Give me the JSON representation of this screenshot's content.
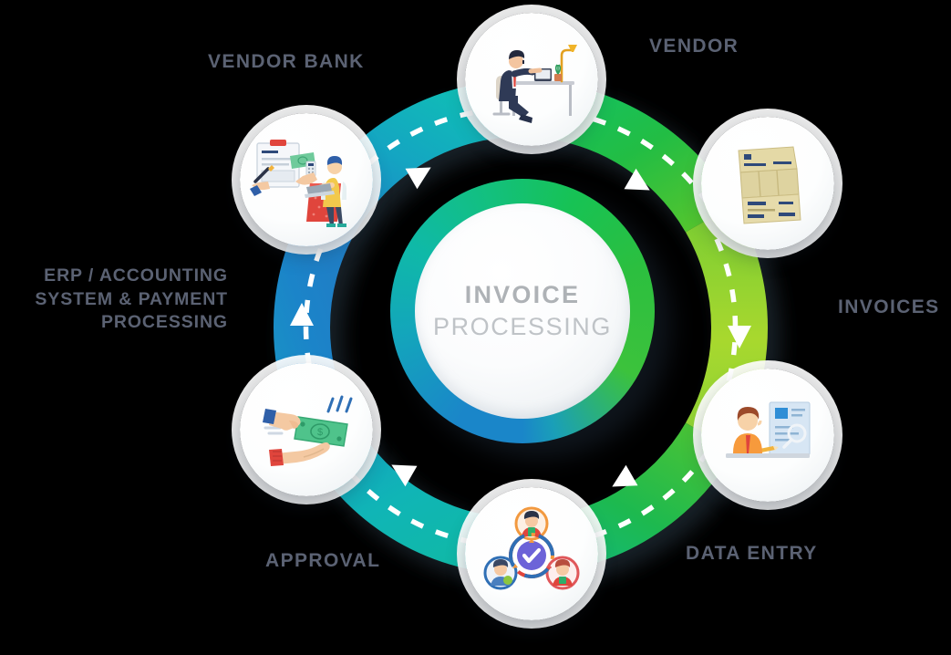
{
  "diagram": {
    "title_line1": "INVOICE",
    "title_line2": "PROCESSING",
    "center_label": "Invoice Processing"
  },
  "nodes": [
    {
      "id": "vendor",
      "label": "VENDOR",
      "icon": "businessman-at-desk-icon",
      "angle_deg": 270
    },
    {
      "id": "invoices",
      "label": "INVOICES",
      "icon": "invoice-documents-icon",
      "angle_deg": 330
    },
    {
      "id": "data-entry",
      "label": "DATA ENTRY",
      "icon": "data-entry-person-icon",
      "angle_deg": 30
    },
    {
      "id": "approval",
      "label": "APPROVAL",
      "icon": "approval-checkmark-users-icon",
      "angle_deg": 90
    },
    {
      "id": "erp-payment",
      "label": "ERP / ACCOUNTING\nSYSTEM & PAYMENT\nPROCESSING",
      "icon": "cash-handover-icon",
      "angle_deg": 150
    },
    {
      "id": "vendor-bank",
      "label": "VENDOR  BANK",
      "icon": "bank-clipboard-icon",
      "angle_deg": 210
    }
  ],
  "flow": {
    "direction": "clockwise",
    "arrow_count": 6,
    "segments": [
      {
        "from": "vendor",
        "to": "invoices",
        "color": "#2dbd43"
      },
      {
        "from": "invoices",
        "to": "data-entry",
        "color": "#a4d62f"
      },
      {
        "from": "data-entry",
        "to": "approval",
        "color": "#22bb52"
      },
      {
        "from": "approval",
        "to": "erp-payment",
        "color": "#10b6b2"
      },
      {
        "from": "erp-payment",
        "to": "vendor-bank",
        "color": "#1b85c8"
      },
      {
        "from": "vendor-bank",
        "to": "vendor",
        "color": "#12a9c4"
      }
    ]
  },
  "colors": {
    "background": "#000000",
    "label_text": "#5b6273",
    "center_text": "#b9bcbf",
    "green": "#2dbd43",
    "lime": "#a4d62f",
    "teal": "#10b6b2",
    "blue": "#1b85c8",
    "cyan": "#12a9c4"
  }
}
